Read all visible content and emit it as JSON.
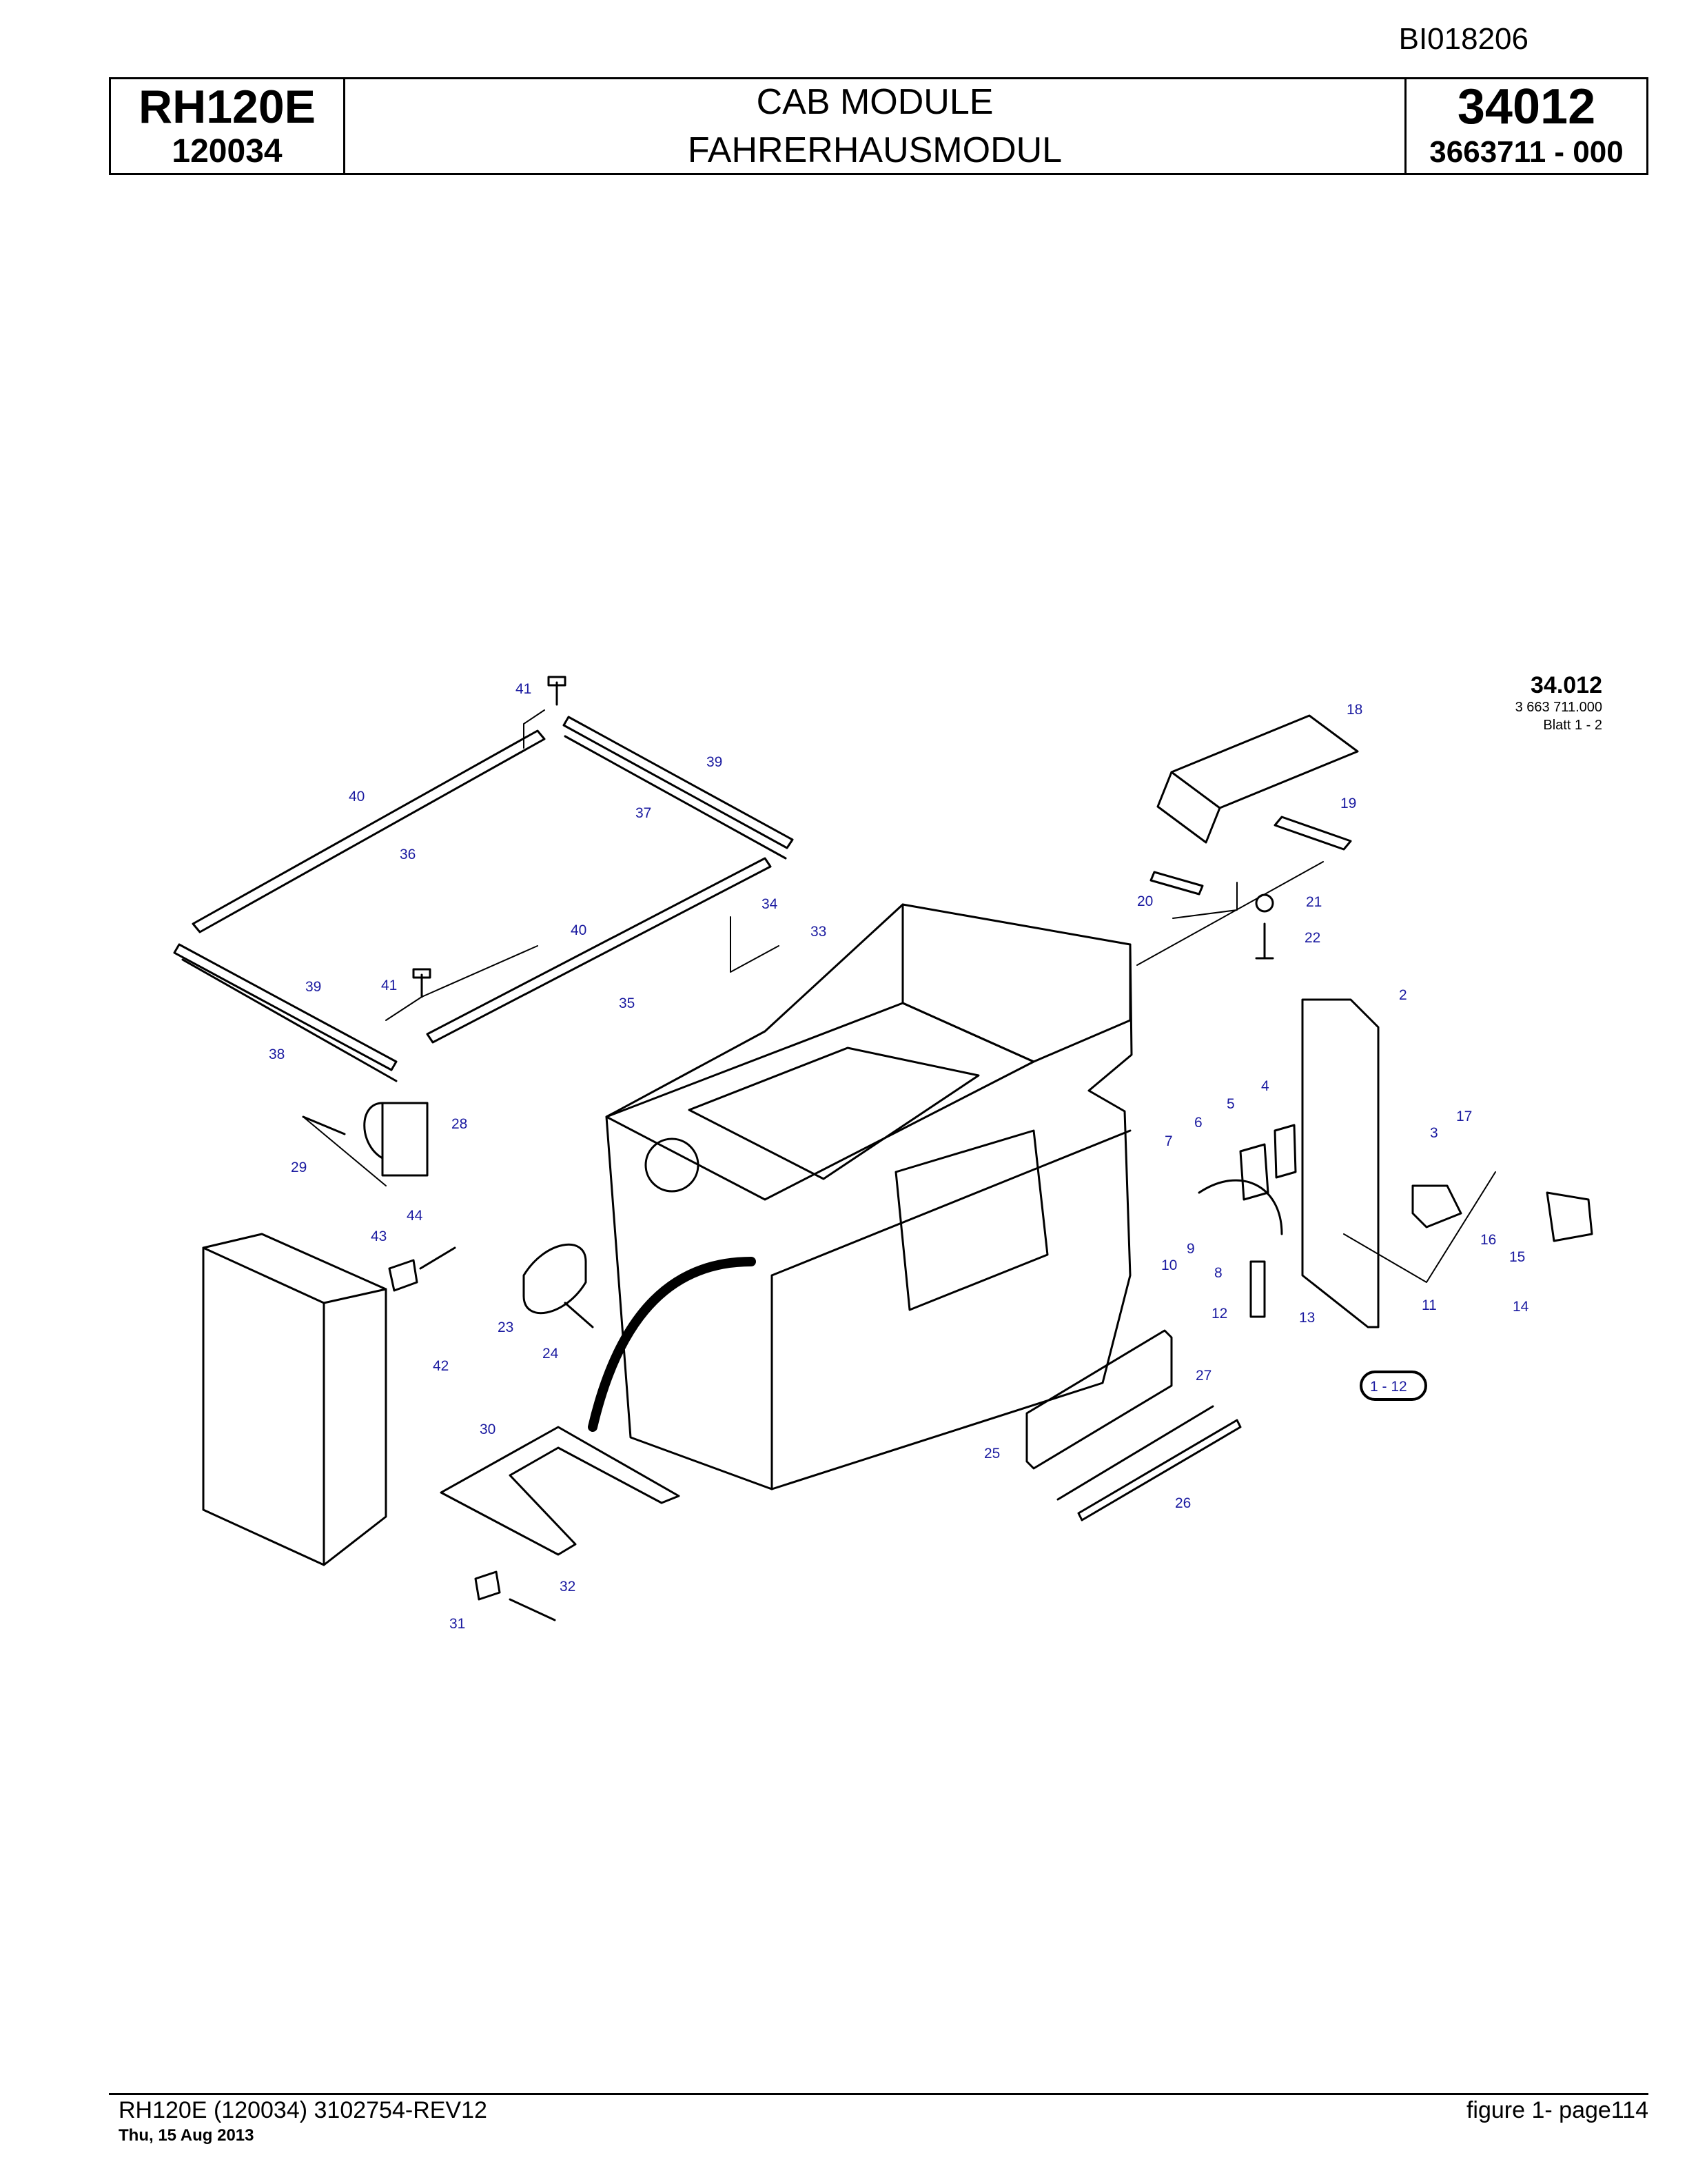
{
  "doc_id": "BI018206",
  "header": {
    "model": "RH120E",
    "serial": "120034",
    "title_en": "CAB MODULE",
    "title_de": "FAHRERHAUSMODUL",
    "group_number": "34012",
    "part_number": "3663711  - 000"
  },
  "drawing": {
    "ref_number": "34.012",
    "ref_sub": "3 663 711.000",
    "ref_sheet": "Blatt 1 - 2",
    "assembly_label": "1 - 12",
    "callouts": [
      "2",
      "3",
      "4",
      "5",
      "6",
      "7",
      "8",
      "9",
      "10",
      "11",
      "12",
      "13",
      "14",
      "15",
      "16",
      "17",
      "18",
      "19",
      "20",
      "21",
      "22",
      "23",
      "24",
      "25",
      "26",
      "27",
      "28",
      "29",
      "30",
      "31",
      "32",
      "33",
      "34",
      "35",
      "36",
      "37",
      "38",
      "39",
      "39",
      "40",
      "40",
      "41",
      "41",
      "42",
      "43",
      "44"
    ]
  },
  "footer": {
    "doc": "RH120E (120034) 3102754-REV12",
    "date": "Thu, 15 Aug 2013",
    "page": "figure  1- page114"
  },
  "colors": {
    "callout": "#1a1aa0",
    "line": "#000000"
  }
}
